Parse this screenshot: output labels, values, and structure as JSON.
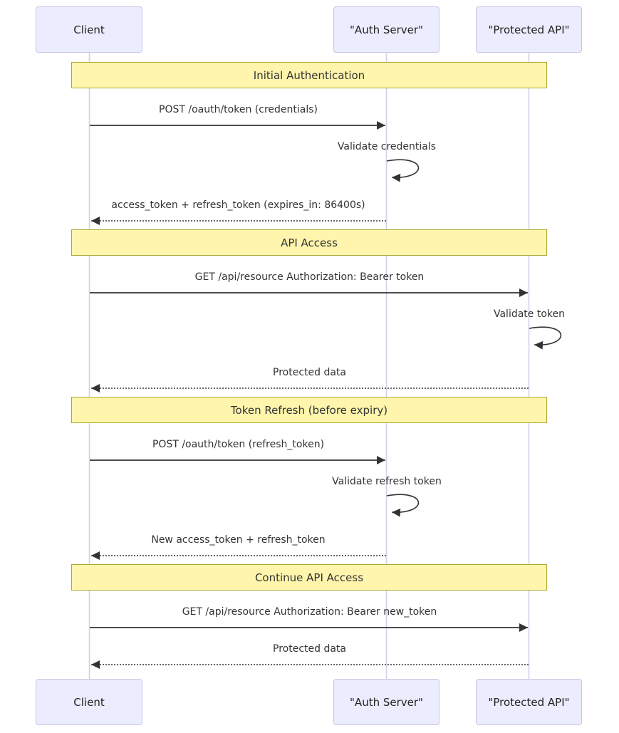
{
  "actors": {
    "client": {
      "label": "Client"
    },
    "auth": {
      "label": "\"Auth Server\""
    },
    "api": {
      "label": "\"Protected API\""
    }
  },
  "sections": [
    {
      "label": "Initial Authentication"
    },
    {
      "label": "API Access"
    },
    {
      "label": "Token Refresh (before expiry)"
    },
    {
      "label": "Continue API Access"
    }
  ],
  "messages": [
    {
      "text": "POST /oauth/token (credentials)",
      "type": "solid",
      "from": "client",
      "to": "auth"
    },
    {
      "text": "Validate credentials",
      "type": "self",
      "from": "auth",
      "to": "auth"
    },
    {
      "text": "access_token + refresh_token (expires_in: 86400s)",
      "type": "dotted",
      "from": "auth",
      "to": "client"
    },
    {
      "text": "GET /api/resource Authorization: Bearer token",
      "type": "solid",
      "from": "client",
      "to": "api"
    },
    {
      "text": "Validate token",
      "type": "self",
      "from": "api",
      "to": "api"
    },
    {
      "text": "Protected data",
      "type": "dotted",
      "from": "api",
      "to": "client"
    },
    {
      "text": "POST /oauth/token (refresh_token)",
      "type": "solid",
      "from": "client",
      "to": "auth"
    },
    {
      "text": "Validate refresh token",
      "type": "self",
      "from": "auth",
      "to": "auth"
    },
    {
      "text": "New access_token + refresh_token",
      "type": "dotted",
      "from": "auth",
      "to": "client"
    },
    {
      "text": "GET /api/resource Authorization: Bearer new_token",
      "type": "solid",
      "from": "client",
      "to": "api"
    },
    {
      "text": "Protected data",
      "type": "dotted",
      "from": "api",
      "to": "client"
    }
  ],
  "colors": {
    "actor_fill": "#ECECFF",
    "actor_border": "#c7c7e2",
    "band_fill": "#fff5ad",
    "band_border": "#aaaa33",
    "line": "#333333",
    "lifeline": "#d5d0e8"
  }
}
